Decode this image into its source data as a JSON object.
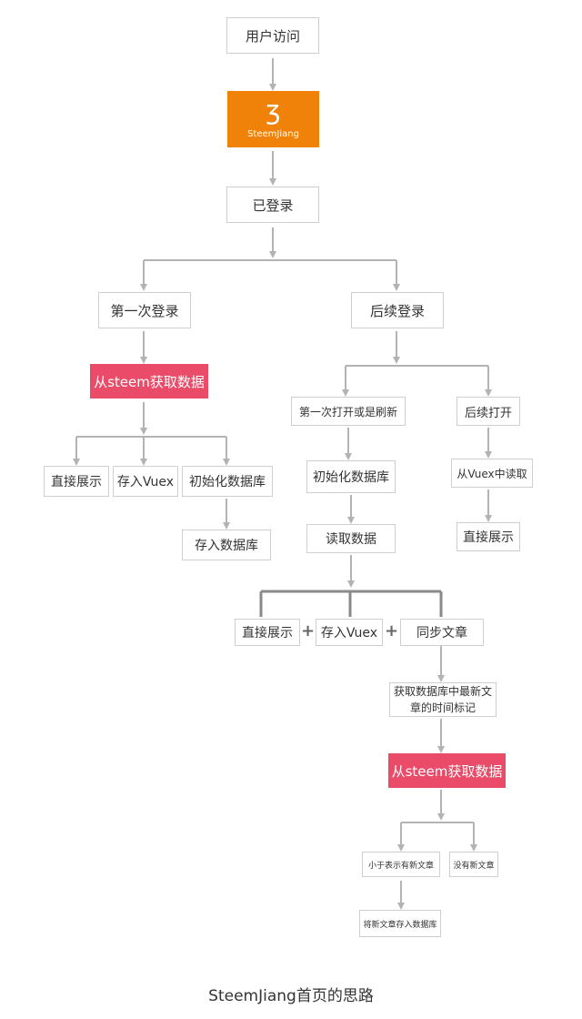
{
  "nodes": {
    "visit": "用户访问",
    "logo_brand": "SteemJiang",
    "logged_in": "已登录",
    "first_login": "第一次登录",
    "later_login": "后续登录",
    "fetch_steem_1": "从steem获取数据",
    "direct_show_1": "直接展示",
    "store_vuex_1": "存入Vuex",
    "init_db_1": "初始化数据库",
    "store_db": "存入数据库",
    "first_open_refresh": "第一次打开或是刷新",
    "later_open": "后续打开",
    "init_db_2": "初始化数据库",
    "read_vuex": "从Vuex中读取",
    "read_data": "读取数据",
    "direct_show_2": "直接展示",
    "direct_show_3": "直接展示",
    "store_vuex_2": "存入Vuex",
    "sync_articles": "同步文章",
    "latest_timestamp": "获取数据库中最新文章的时间标记",
    "fetch_steem_2": "从steem获取数据",
    "less_means_new": "小于表示有新文章",
    "no_new": "没有新文章",
    "save_new_to_db": "将新文章存入数据库"
  },
  "plus_sign": "+",
  "caption": "SteemJiang首页的思路",
  "colors": {
    "logo": "#f0820a",
    "highlight": "#e94b68",
    "connector": "#b3b3b3",
    "connector_bold": "#8a8a8a",
    "box_border": "#cfcfcf"
  }
}
